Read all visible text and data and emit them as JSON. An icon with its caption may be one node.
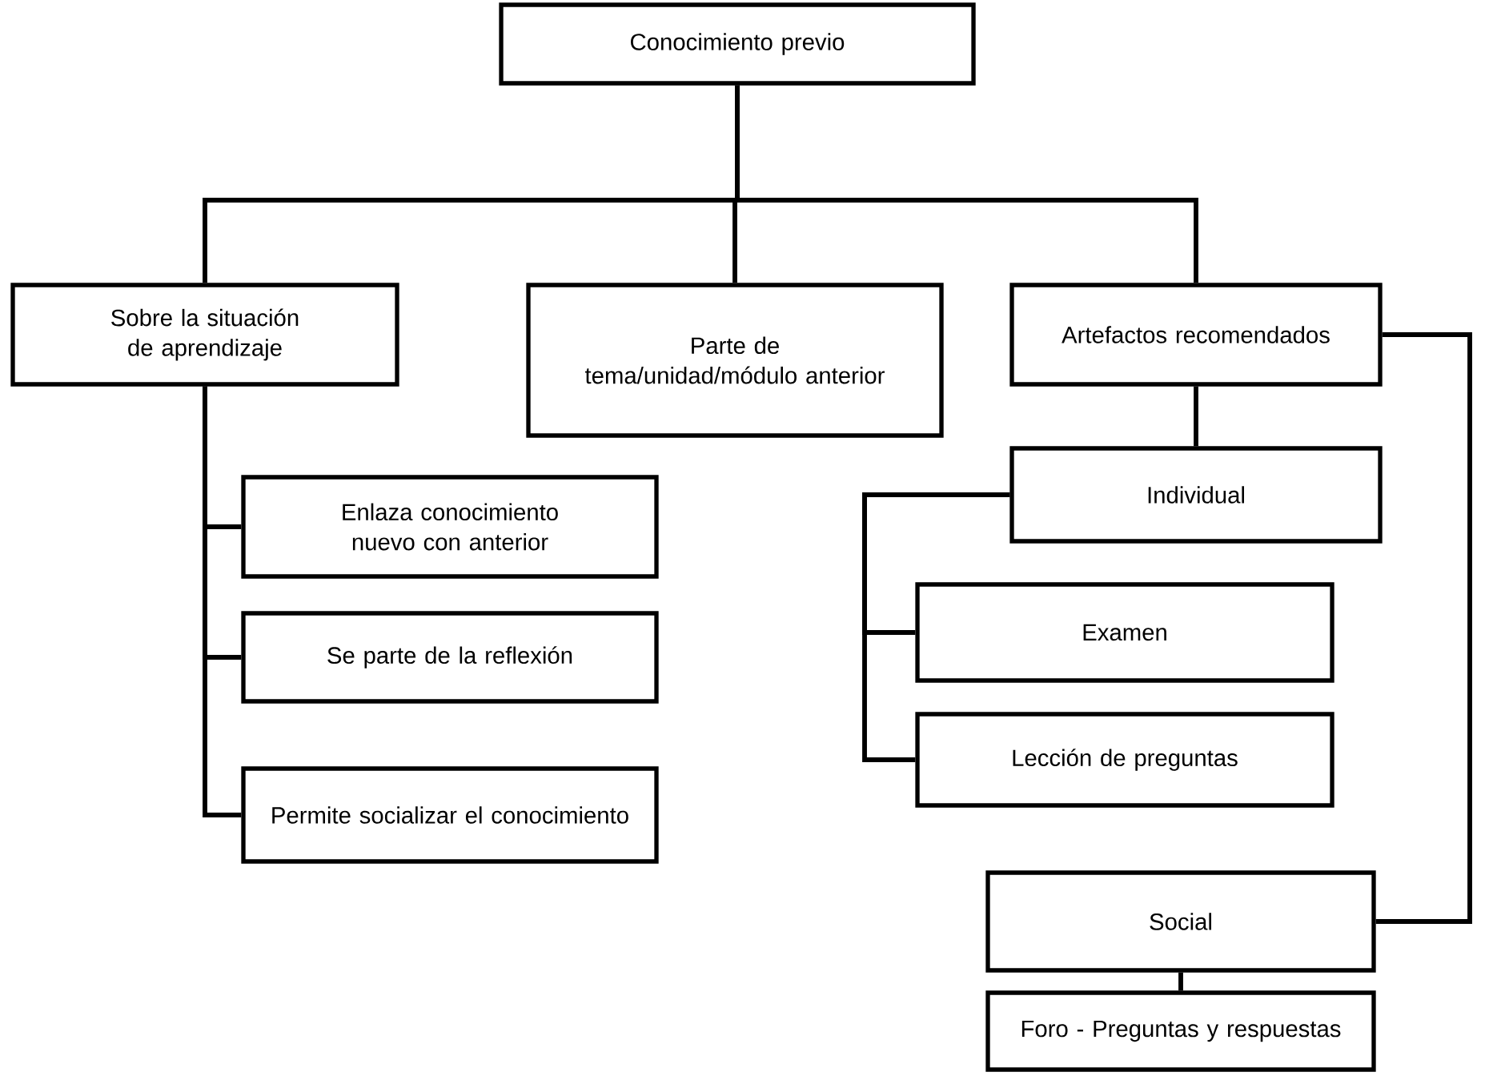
{
  "diagram": {
    "nodes": [
      {
        "text": [
          "Conocimiento previo"
        ]
      },
      {
        "text": [
          "Sobre la situación de aprendizaje"
        ]
      },
      {
        "text": [
          "Parte de tema/unidad/módulo anterior"
        ]
      },
      {
        "text": [
          "Artefactos recomendados"
        ]
      },
      {
        "text": [
          "Enlaza conocimiento nuevo con anterior"
        ]
      },
      {
        "text": [
          "Se parte de la reflexión"
        ]
      },
      {
        "text": [
          "Permite socializar el conocimiento"
        ]
      },
      {
        "text": [
          "Individual"
        ]
      },
      {
        "text": [
          "Examen"
        ]
      },
      {
        "text": [
          "Lección de preguntas"
        ]
      },
      {
        "text": [
          "Social"
        ]
      },
      {
        "text": [
          "Foro - Preguntas y respuestas"
        ]
      }
    ],
    "edges": [
      {
        "from": 0,
        "to": 1,
        "arrow": "none"
      },
      {
        "from": 0,
        "to": 2,
        "arrow": "none"
      },
      {
        "from": 0,
        "to": 3,
        "arrow": "none"
      },
      {
        "from": 1,
        "to": 4,
        "arrow": "none"
      },
      {
        "from": 1,
        "to": 5,
        "arrow": "none"
      },
      {
        "from": 1,
        "to": 6,
        "arrow": "none"
      },
      {
        "from": 3,
        "to": 7,
        "arrow": "none"
      },
      {
        "from": 7,
        "to": 8,
        "arrow": "none"
      },
      {
        "from": 7,
        "to": 9,
        "arrow": "none"
      },
      {
        "from": 3,
        "to": 10,
        "arrow": "none"
      },
      {
        "from": 10,
        "to": 11,
        "arrow": "none"
      }
    ]
  }
}
